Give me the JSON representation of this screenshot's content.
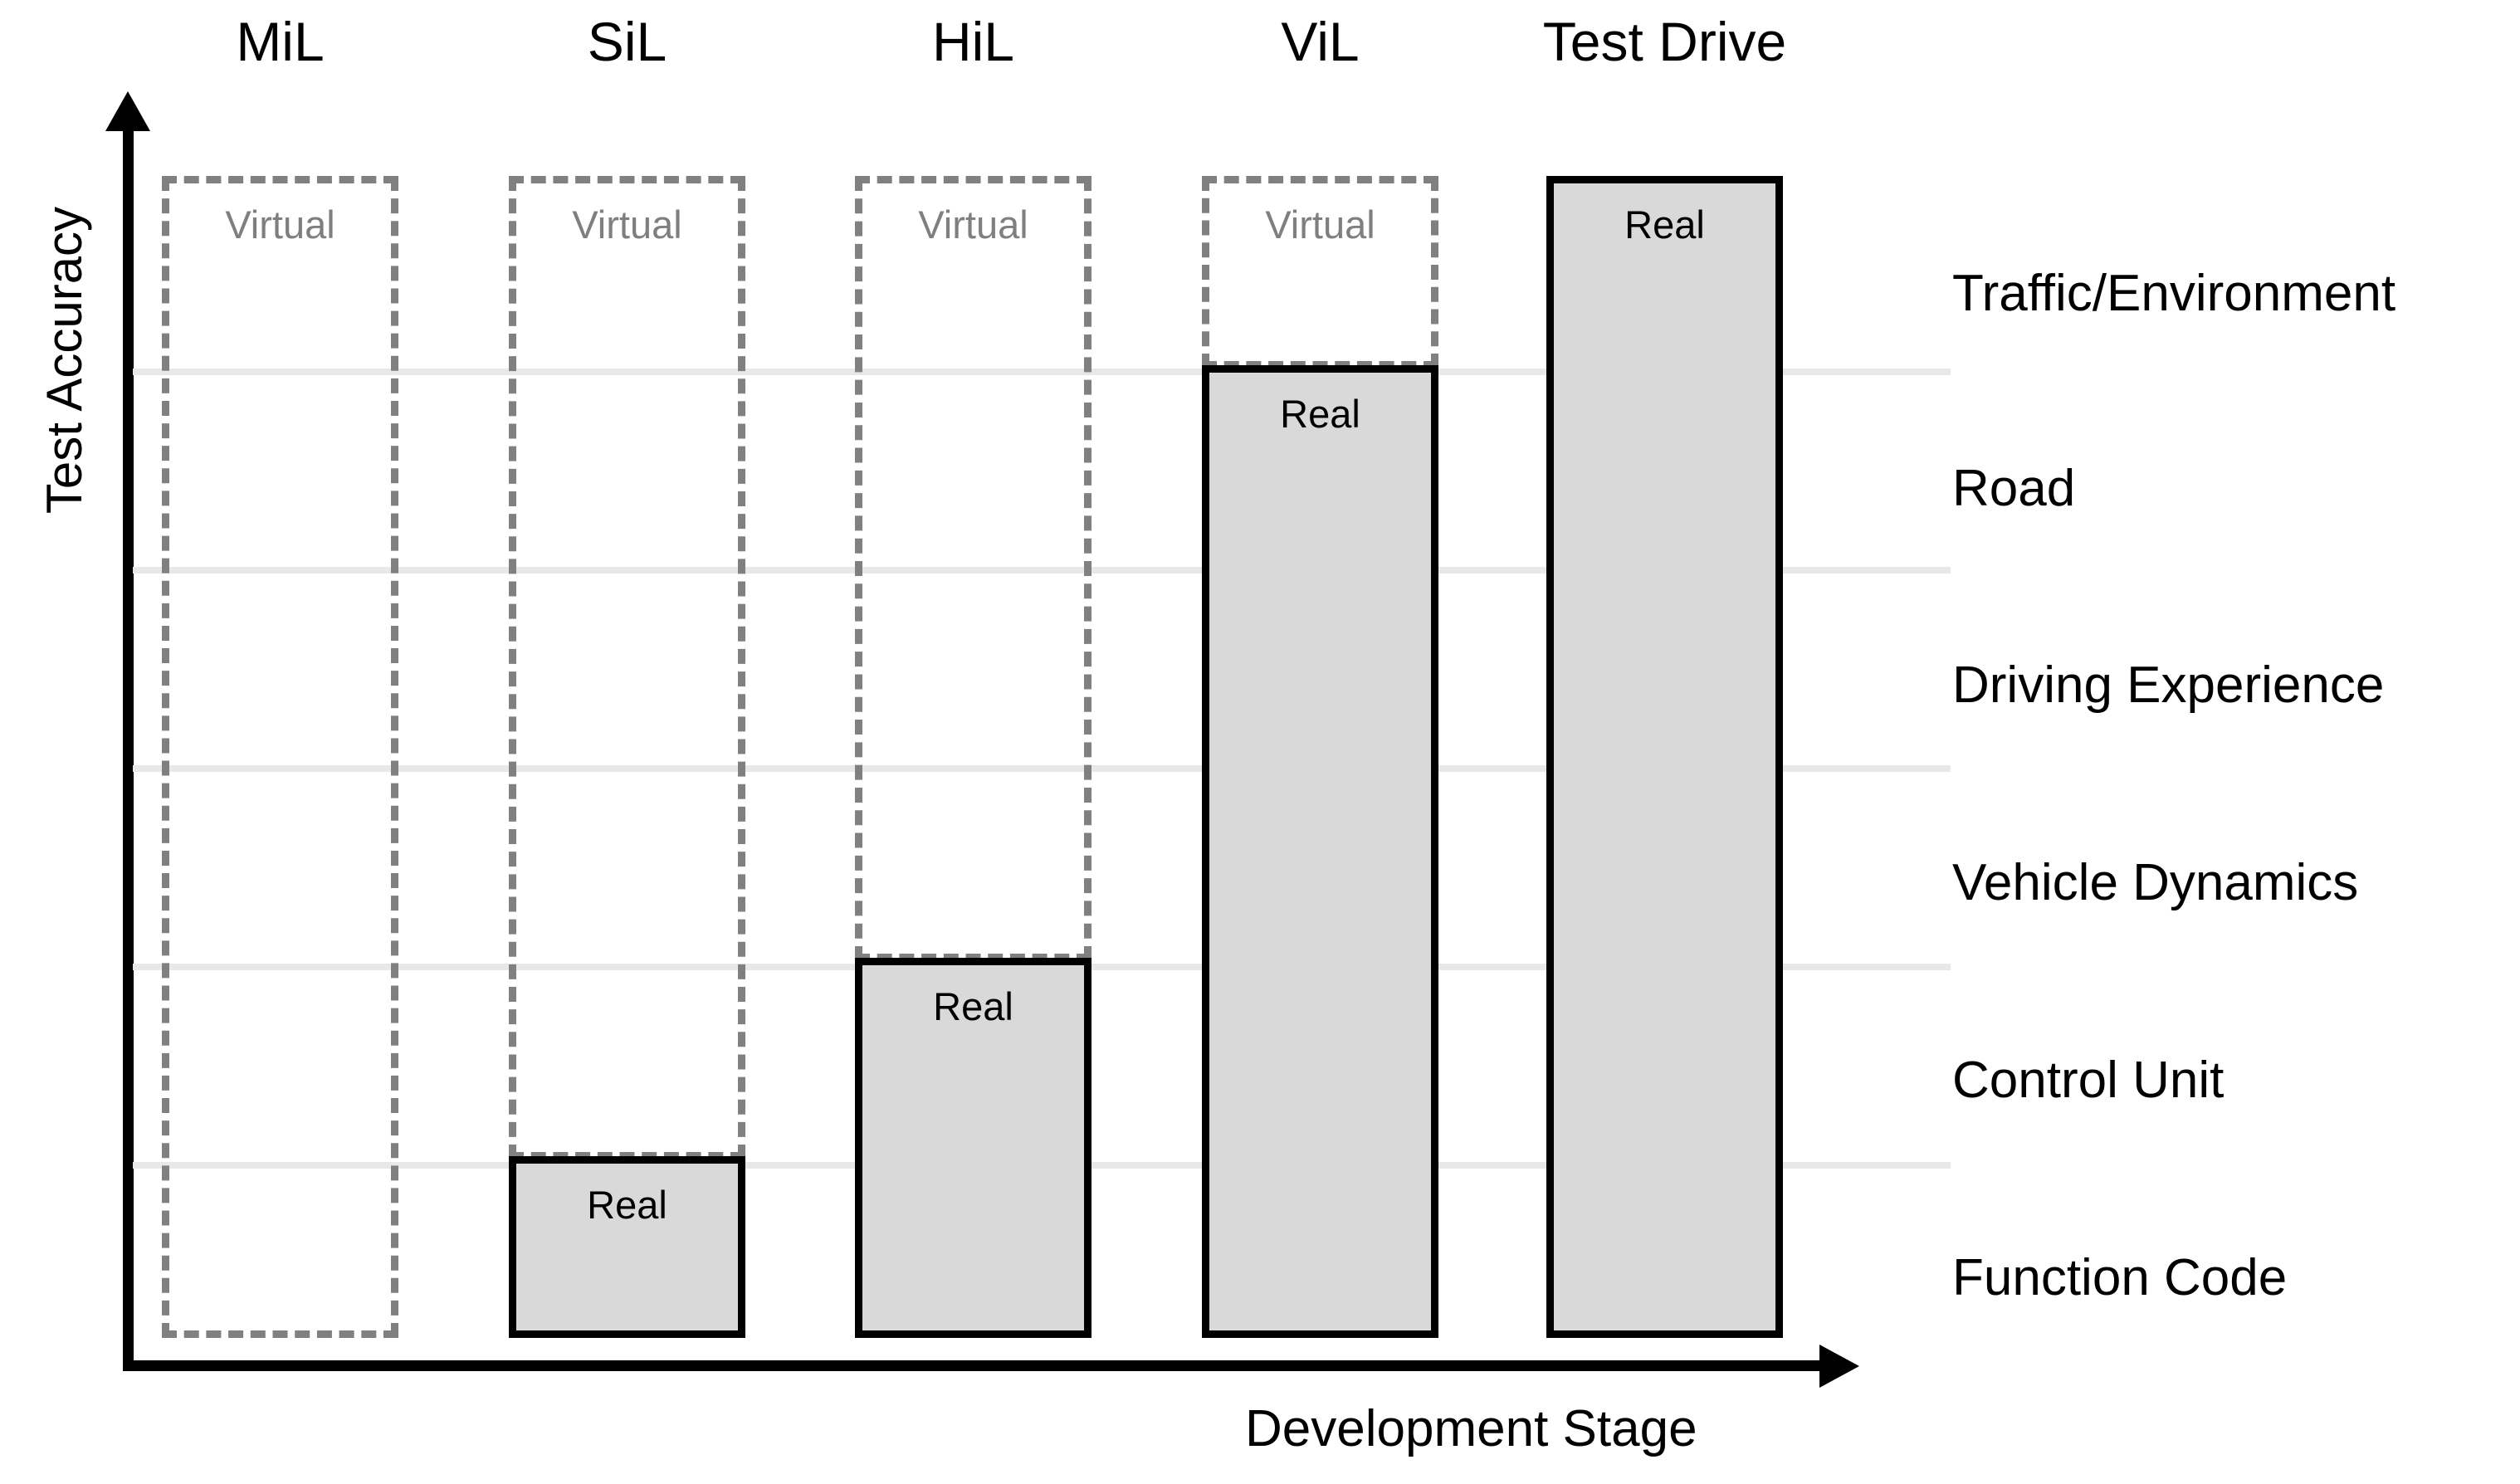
{
  "chart_data": {
    "type": "bar",
    "title": "",
    "xlabel": "Development Stage",
    "ylabel": "Test Accuracy",
    "axis_ticks_shown": false,
    "grid": true,
    "gridline_count": 5,
    "legend_position": "in-bar",
    "ylim": [
      0,
      6
    ],
    "categories": [
      "MiL",
      "SiL",
      "HiL",
      "ViL",
      "Test Drive"
    ],
    "segment_labels": {
      "virtual": "Virtual",
      "real": "Real"
    },
    "series": [
      {
        "name": "Real",
        "values": [
          0,
          1,
          2,
          5,
          6
        ]
      },
      {
        "name": "Virtual",
        "values": [
          6,
          5,
          4,
          1,
          0
        ]
      }
    ],
    "bars": [
      {
        "stage": "MiL",
        "virtual_label": "Virtual",
        "real_label": "",
        "virtual": 6,
        "real": 0
      },
      {
        "stage": "SiL",
        "virtual_label": "Virtual",
        "real_label": "Real",
        "virtual": 5,
        "real": 1
      },
      {
        "stage": "HiL",
        "virtual_label": "Virtual",
        "real_label": "Real",
        "virtual": 4,
        "real": 2
      },
      {
        "stage": "ViL",
        "virtual_label": "Virtual",
        "real_label": "Real",
        "virtual": 1,
        "real": 5
      },
      {
        "stage": "Test Drive",
        "virtual_label": "",
        "real_label": "Real",
        "virtual": 0,
        "real": 6
      }
    ],
    "stage_layers": [
      "Traffic/Environment",
      "Road",
      "Driving Experience",
      "Vehicle Dynamics",
      "Control Unit",
      "Function Code"
    ],
    "colors": {
      "real_fill": "#d9d9d9",
      "real_border": "#000000",
      "virtual_border": "#808080",
      "virtual_text": "#7f7f7f",
      "gridline": "#e8e8e8",
      "axis": "#000000",
      "background": "#ffffff"
    }
  },
  "axes": {
    "y_title": "Test Accuracy",
    "x_title": "Development Stage"
  },
  "columns": [
    {
      "header": "MiL",
      "virtual_label": "Virtual",
      "real_label": ""
    },
    {
      "header": "SiL",
      "virtual_label": "Virtual",
      "real_label": "Real"
    },
    {
      "header": "HiL",
      "virtual_label": "Virtual",
      "real_label": "Real"
    },
    {
      "header": "ViL",
      "virtual_label": "Virtual",
      "real_label": "Real"
    },
    {
      "header": "Test Drive",
      "virtual_label": "",
      "real_label": "Real"
    }
  ],
  "right_labels": [
    "Traffic/Environment",
    "Road",
    "Driving Experience",
    "Vehicle Dynamics",
    "Control Unit",
    "Function Code"
  ]
}
